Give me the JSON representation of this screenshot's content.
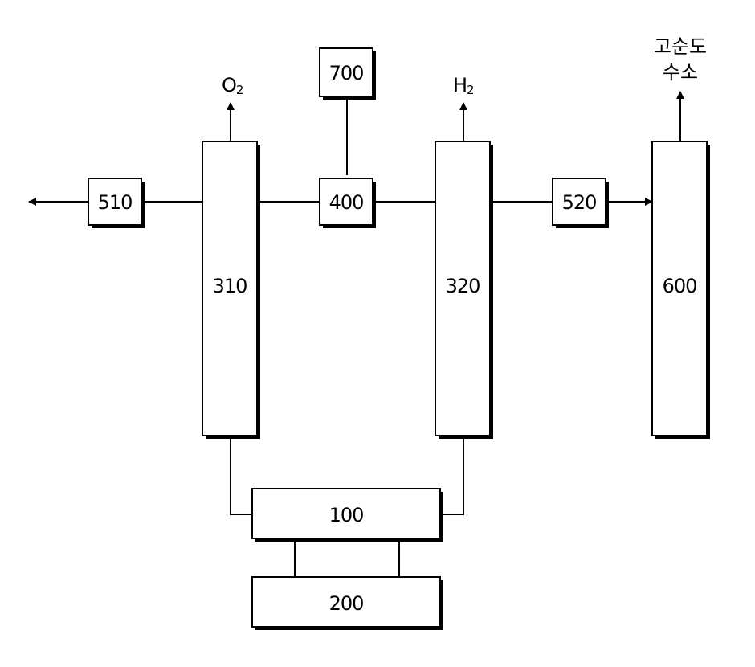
{
  "blocks": {
    "b100": "100",
    "b200": "200",
    "b310": "310",
    "b320": "320",
    "b400": "400",
    "b510": "510",
    "b520": "520",
    "b600": "600",
    "b700": "700"
  },
  "outputs": {
    "o2_main": "O",
    "o2_sub": "2",
    "h2_main": "H",
    "h2_sub": "2",
    "product_line1": "고순도",
    "product_line2": "수소"
  }
}
